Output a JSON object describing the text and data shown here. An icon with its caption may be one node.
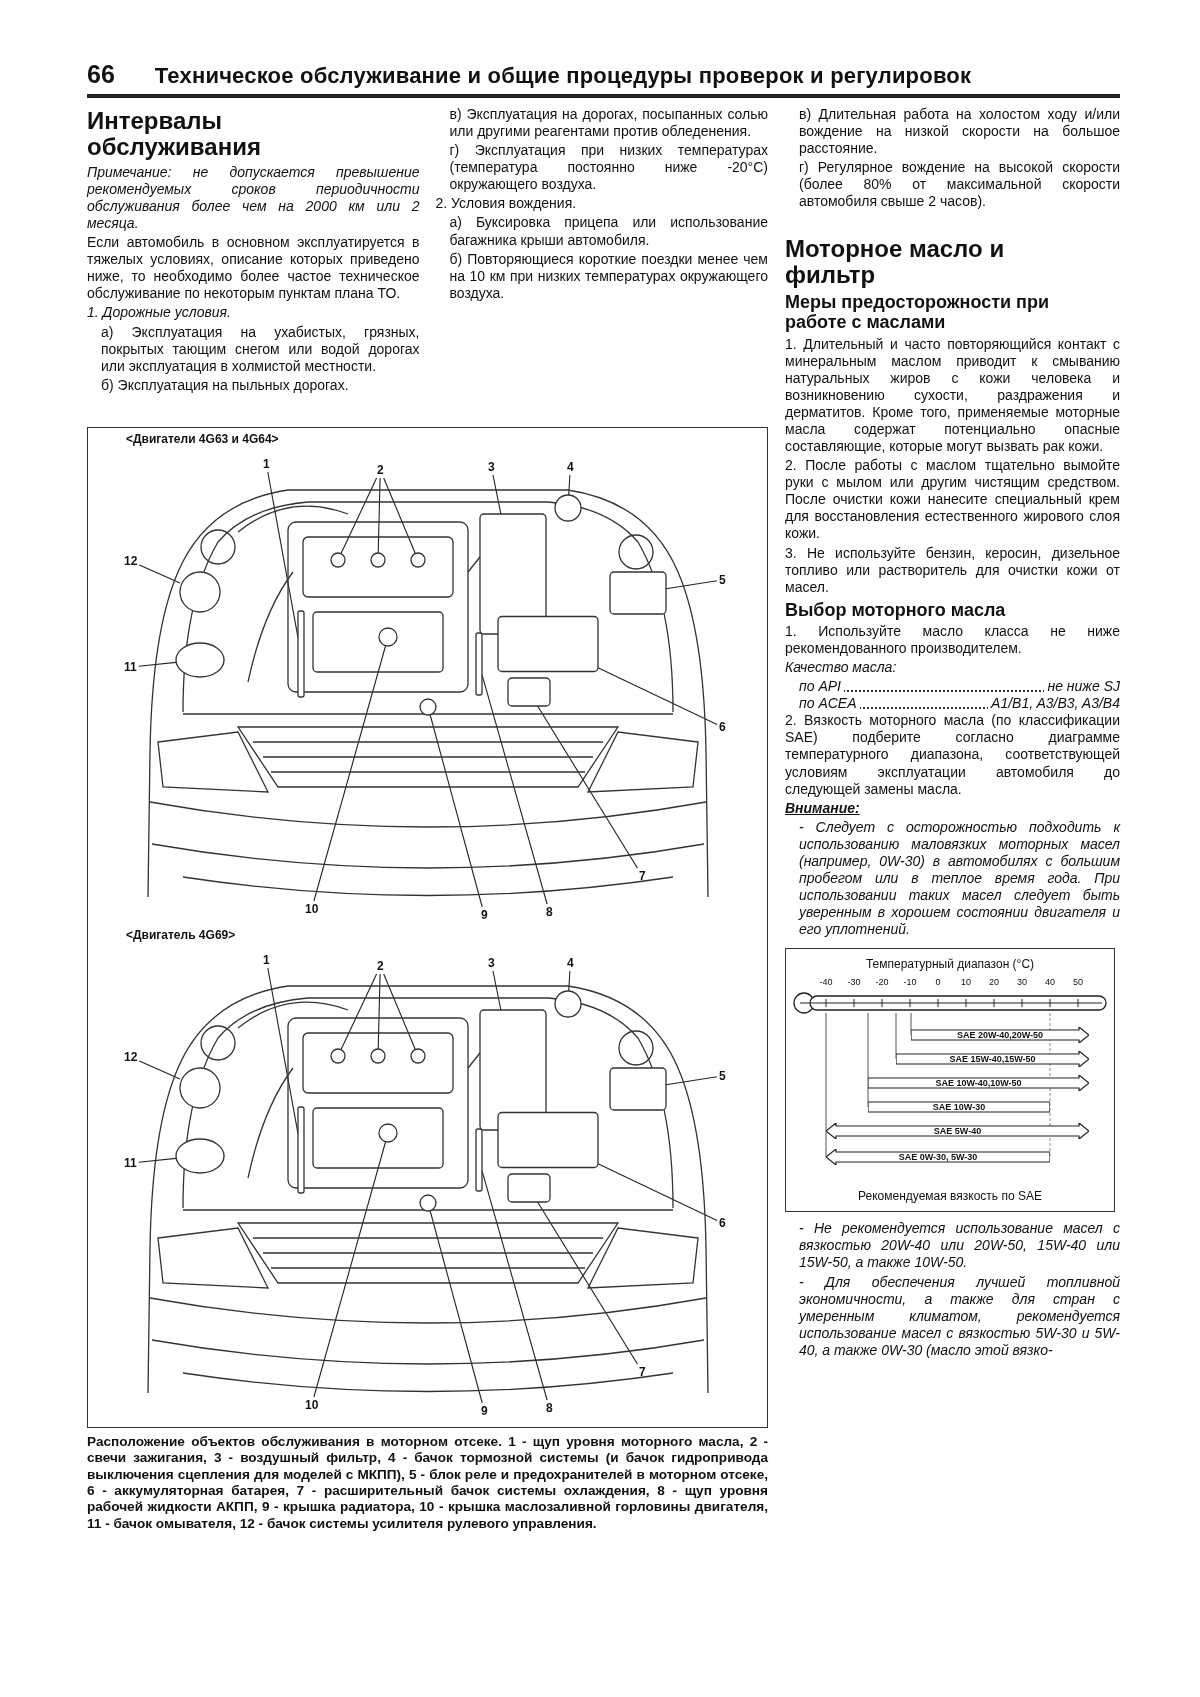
{
  "diagram": {
    "title": "Техническое обслуживание и общие процедуры проверок и регулировок",
    "caption": "Расположение объектов обслуживания в моторном отсеке. 1 - щуп уровня моторного масла, 2 - свечи зажигания, 3 - воздушный фильтр, 4 - бачок тормозной системы (и бачок гидропривода выключения сцепления для моделей с МКПП), 5 - блок реле и предохранителей в моторном отсеке, 6 - аккумуляторная батарея, 7 - расширительный бачок системы охлаждения, 8 - щуп уровня рабочей жидкости АКПП, 9 - крышка радиатора, 10 - крышка маслозаливной горловины двигателя, 11 - бачок омывателя, 12 - бачок системы усилителя рулевого управления.",
    "nodes": [
      {
        "text": [
          "<Двигатели 4G63 и 4G64>",
          "<Двигатель 4G69>"
        ]
      },
      {
        "text": [
          "1"
        ],
        "in": 0
      },
      {
        "text": [
          "2"
        ],
        "in": 0
      },
      {
        "text": [
          "3"
        ],
        "in": 0
      },
      {
        "text": [
          "4"
        ],
        "in": 0
      },
      {
        "text": [
          "12"
        ],
        "in": 0
      },
      {
        "text": [
          "5"
        ],
        "in": 0
      },
      {
        "text": [
          "11"
        ],
        "in": 0
      },
      {
        "text": [
          "6"
        ],
        "in": 0
      },
      {
        "text": [
          "7"
        ],
        "in": 0
      },
      {
        "text": [
          "10"
        ],
        "in": 0
      },
      {
        "text": [
          "9"
        ],
        "in": 0
      },
      {
        "text": [
          "8"
        ],
        "in": 0
      },
      {
        "text": [
          "1"
        ],
        "in": 0
      },
      {
        "text": [
          "2"
        ],
        "in": 0
      },
      {
        "text": [
          "3"
        ],
        "in": 0
      },
      {
        "text": [
          "4"
        ],
        "in": 0
      },
      {
        "text": [
          "12"
        ],
        "in": 0
      },
      {
        "text": [
          "5"
        ],
        "in": 0
      },
      {
        "text": [
          "11"
        ],
        "in": 0
      },
      {
        "text": [
          "6"
        ],
        "in": 0
      },
      {
        "text": [
          "7"
        ],
        "in": 0
      },
      {
        "text": [
          "10"
        ],
        "in": 0
      },
      {
        "text": [
          "9"
        ],
        "in": 0
      },
      {
        "text": [
          "8"
        ],
        "in": 0
      },
      {
        "text": [],
        "shape": "bar",
        "in": 0
      },
      {
        "text": [],
        "shape": "circle",
        "in": 0
      },
      {
        "text": [],
        "shape": "circle",
        "in": 0
      },
      {
        "text": [],
        "shape": "circle",
        "in": 0
      },
      {
        "text": [],
        "shape": "box",
        "in": 0
      },
      {
        "text": [],
        "shape": "circle",
        "in": 0
      },
      {
        "text": [],
        "shape": "circle",
        "in": 0
      },
      {
        "text": [],
        "shape": "box",
        "in": 0
      },
      {
        "text": [],
        "shape": "circle",
        "in": 0
      },
      {
        "text": [],
        "shape": "box",
        "in": 0
      },
      {
        "text": [],
        "shape": "box",
        "in": 0
      },
      {
        "text": [],
        "shape": "circle",
        "in": 0
      },
      {
        "text": [],
        "shape": "circle",
        "in": 0
      },
      {
        "text": [],
        "shape": "bar",
        "in": 0
      },
      {
        "text": [],
        "shape": "bar",
        "in": 0
      },
      {
        "text": [],
        "shape": "circle",
        "in": 0
      },
      {
        "text": [],
        "shape": "circle",
        "in": 0
      },
      {
        "text": [],
        "shape": "circle",
        "in": 0
      },
      {
        "text": [],
        "shape": "box",
        "in": 0
      },
      {
        "text": [],
        "shape": "circle",
        "in": 0
      },
      {
        "text": [],
        "shape": "circle",
        "in": 0
      },
      {
        "text": [],
        "shape": "box",
        "in": 0
      },
      {
        "text": [],
        "shape": "circle",
        "in": 0
      },
      {
        "text": [],
        "shape": "box",
        "in": 0
      },
      {
        "text": [],
        "shape": "box",
        "in": 0
      },
      {
        "text": [],
        "shape": "circle",
        "in": 0
      },
      {
        "text": [],
        "shape": "circle",
        "in": 0
      },
      {
        "text": [],
        "shape": "bar",
        "in": 0
      },
      {
        "text": [
          "Температурный диапазон (°C)",
          "Рекомендуемая вязкость по SAE"
        ]
      },
      {
        "text": [
          "SAE 20W-40,20W-50"
        ],
        "in": 53
      },
      {
        "text": [
          "SAE 15W-40,15W-50"
        ],
        "in": 53
      },
      {
        "text": [
          "SAE 10W-40,10W-50"
        ],
        "in": 53
      },
      {
        "text": [
          "SAE 10W-30"
        ],
        "in": 53
      },
      {
        "text": [
          "SAE 5W-40"
        ],
        "in": 53
      },
      {
        "text": [
          "SAE 0W-30, 5W-30"
        ],
        "in": 53
      }
    ],
    "edges": [
      {
        "from": 1,
        "to": 25,
        "arrow": "none"
      },
      {
        "from": 2,
        "to": 26,
        "arrow": "none"
      },
      {
        "from": 2,
        "to": 27,
        "arrow": "none"
      },
      {
        "from": 2,
        "to": 28,
        "arrow": "none"
      },
      {
        "from": 3,
        "to": 29,
        "arrow": "none"
      },
      {
        "from": 4,
        "to": 30,
        "arrow": "none"
      },
      {
        "from": 5,
        "to": 31,
        "arrow": "none"
      },
      {
        "from": 6,
        "to": 32,
        "arrow": "none"
      },
      {
        "from": 7,
        "to": 33,
        "arrow": "none"
      },
      {
        "from": 8,
        "to": 34,
        "arrow": "none"
      },
      {
        "from": 9,
        "to": 35,
        "arrow": "none"
      },
      {
        "from": 10,
        "to": 36,
        "arrow": "none"
      },
      {
        "from": 11,
        "to": 37,
        "arrow": "none"
      },
      {
        "from": 12,
        "to": 38,
        "arrow": "none"
      },
      {
        "from": 13,
        "to": 39,
        "arrow": "none"
      },
      {
        "from": 14,
        "to": 40,
        "arrow": "none"
      },
      {
        "from": 14,
        "to": 41,
        "arrow": "none"
      },
      {
        "from": 14,
        "to": 42,
        "arrow": "none"
      },
      {
        "from": 15,
        "to": 43,
        "arrow": "none"
      },
      {
        "from": 16,
        "to": 44,
        "arrow": "none"
      },
      {
        "from": 17,
        "to": 45,
        "arrow": "none"
      },
      {
        "from": 18,
        "to": 46,
        "arrow": "none"
      },
      {
        "from": 19,
        "to": 47,
        "arrow": "none"
      },
      {
        "from": 20,
        "to": 48,
        "arrow": "none"
      },
      {
        "from": 21,
        "to": 49,
        "arrow": "none"
      },
      {
        "from": 22,
        "to": 50,
        "arrow": "none"
      },
      {
        "from": 23,
        "to": 51,
        "arrow": "none"
      },
      {
        "from": 24,
        "to": 52,
        "arrow": "none"
      }
    ],
    "labels": [
      "66",
      "Интервалы обслуживания",
      "Примечание: не допускается превышение рекомендуемых сроков периодичности обслуживания более чем на 2000 км или 2 месяца.",
      "Если автомобиль в основном эксплуатируется в тяжелых условиях, описание которых приведено ниже, то необходимо более частое техническое обслуживание по некоторым пунктам плана ТО.",
      "1. Дорожные условия.",
      "а) Эксплуатация на ухабистых, грязных, покрытых тающим снегом или водой дорогах или эксплуатация в холмистой местности.",
      "б) Эксплуатация на пыльных дорогах.",
      "в) Эксплуатация на дорогах, посыпанных солью или другими реагентами против обледенения.",
      "г) Эксплуатация при низких температурах (температура постоянно ниже -20°С) окружающего воздуха.",
      "2. Условия вождения.",
      "а) Буксировка прицепа или использование багажника крыши автомобиля.",
      "б) Повторяющиеся короткие поездки менее чем на 10 км при низких температурах окружающего воздуха.",
      "в) Длительная работа на холостом ходу и/или вождение на низкой скорости на большое расстояние.",
      "г) Регулярное вождение на высокой скорости (более 80% от максимальной скорости автомобиля свыше 2 часов).",
      "Моторное масло и фильтр",
      "Меры предосторожности при работе с маслами",
      "1. Длительный и часто повторяющийся контакт с минеральным маслом приводит к смыванию натуральных жиров с кожи человека и возникновению сухости, раздражения и дерматитов. Кроме того, применяемые моторные масла содержат потенциально опасные составляющие, которые могут вызвать рак кожи.",
      "2. После работы с маслом тщательно вымойте руки с мылом или другим чистящим средством. После очистки кожи нанесите специальный крем для восстановления естественного жирового слоя кожи.",
      "3. Не используйте бензин, керосин, дизельное топливо или растворитель для очистки кожи от масел.",
      "Выбор моторного масла",
      "1. Используйте масло класса не ниже рекомендованного производителем.",
      "Качество масла:",
      "по API",
      "не ниже SJ",
      "по ACEA",
      "A1/B1, A3/B3, A3/B4",
      "2. Вязкость моторного масла (по классификации SAE) подберите согласно диаграмме температурного диапазона, соответствующей условиям эксплуатации автомобиля до следующей замены масла.",
      "Внимание:",
      "- Следует с осторожностью подходить к использованию маловязких моторных масел (например, 0W-30) в автомобилях с большим пробегом или в теплое время года. При использовании таких масел следует быть уверенным в хорошем состоянии двигателя и его уплотнений.",
      "-40",
      "-30",
      "-20",
      "-10",
      "0",
      "10",
      "20",
      "30",
      "40",
      "50",
      "- Не рекомендуется использование масел с вязкостью 20W-40 или 20W-50, 15W-40 или 15W-50, а также 10W-50.",
      "- Для обеспечения лучшей топливной экономичности, а также для стран с умеренным климатом, рекомендуется использование масел с вязкостью 5W-30 и 5W-40, а также 0W-30 (масло этой вязко-"
    ]
  }
}
